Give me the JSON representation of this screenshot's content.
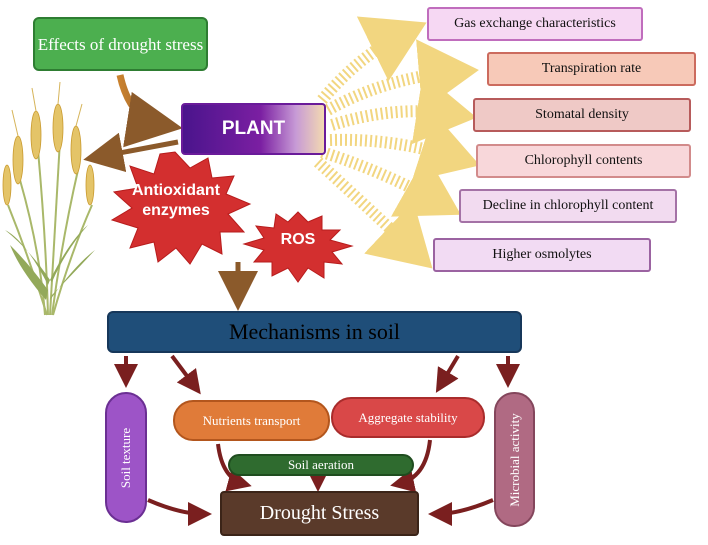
{
  "effects_label": "Effects of drought stress",
  "plant_label": "PLANT",
  "antioxidant_label": "Antioxidant enzymes",
  "ros_label": "ROS",
  "plant_responses": [
    "Gas exchange characteristics",
    "Transpiration rate",
    "Stomatal density",
    "Chlorophyll contents",
    "Decline in chlorophyll content",
    "Higher osmolytes"
  ],
  "soil": {
    "mechanisms_label": "Mechanisms in soil",
    "soil_texture": "Soil texture",
    "nutrients_transport": "Nutrients transport",
    "aggregate_stability": "Aggregate stability",
    "soil_aeration": "Soil aeration",
    "microbial_activity": "Microbial activity",
    "drought_stress": "Drought Stress"
  },
  "colors": {
    "effects_box": "#4caf4f",
    "plant_box": "#7b1fa2",
    "mechanisms_box": "#1f4e79",
    "drought_box": "#5a3a2a",
    "starburst": "#d32f2f",
    "dotted_arrows": "#f2d680"
  }
}
